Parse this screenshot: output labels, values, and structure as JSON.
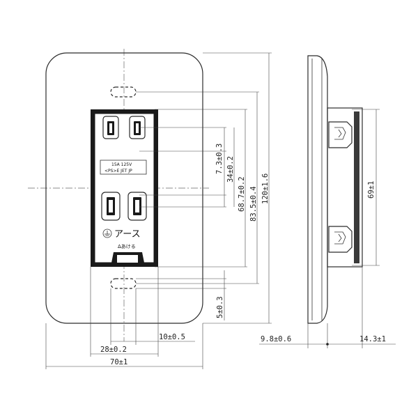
{
  "device": {
    "rating_text": "15A 125V",
    "brand_text": "<PS>E JET JP",
    "earth_label": "アース",
    "open_label": "Δあける"
  },
  "dimensions": {
    "d_7_3": "7.3±0.3",
    "d_34": "34±0.2",
    "d_68_7": "68.7±0.2",
    "d_83_5": "83.5±0.4",
    "d_120": "120±1.6",
    "d_5": "5±0.3",
    "d_10": "10±0.5",
    "d_28": "28±0.2",
    "d_70": "70±1",
    "d_69": "69±1",
    "d_9_8": "9.8±0.6",
    "d_14_3": "14.3±1"
  },
  "colors": {
    "line": "#2b2b2b",
    "fill_device": "#ffffff"
  }
}
